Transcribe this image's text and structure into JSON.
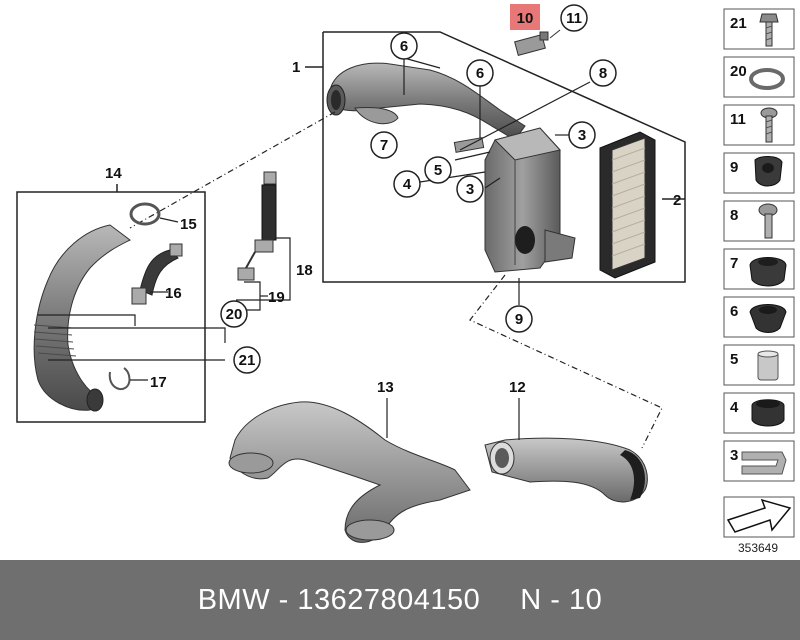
{
  "callouts": {
    "c1": "1",
    "c2": "2",
    "c3a": "3",
    "c3b": "3",
    "c4": "4",
    "c5": "5",
    "c6a": "6",
    "c6b": "6",
    "c7": "7",
    "c8": "8",
    "c9": "9",
    "c10": "10",
    "c11": "11",
    "c12": "12",
    "c13": "13",
    "c14": "14",
    "c15": "15",
    "c16": "16",
    "c17": "17",
    "c18": "18",
    "c19": "19",
    "c20": "20",
    "c21": "21"
  },
  "legend": [
    {
      "num": "21"
    },
    {
      "num": "20"
    },
    {
      "num": "11"
    },
    {
      "num": "9"
    },
    {
      "num": "8"
    },
    {
      "num": "7"
    },
    {
      "num": "6"
    },
    {
      "num": "5"
    },
    {
      "num": "4"
    },
    {
      "num": "3"
    }
  ],
  "diagram_id": "353649",
  "footer": {
    "brand_part": "BMW - 13627804150",
    "qty": "N - 10"
  },
  "colors": {
    "highlight": "#e87878",
    "part_gray": "#8a8a8a",
    "footer_bg": "#6f6f6f"
  }
}
